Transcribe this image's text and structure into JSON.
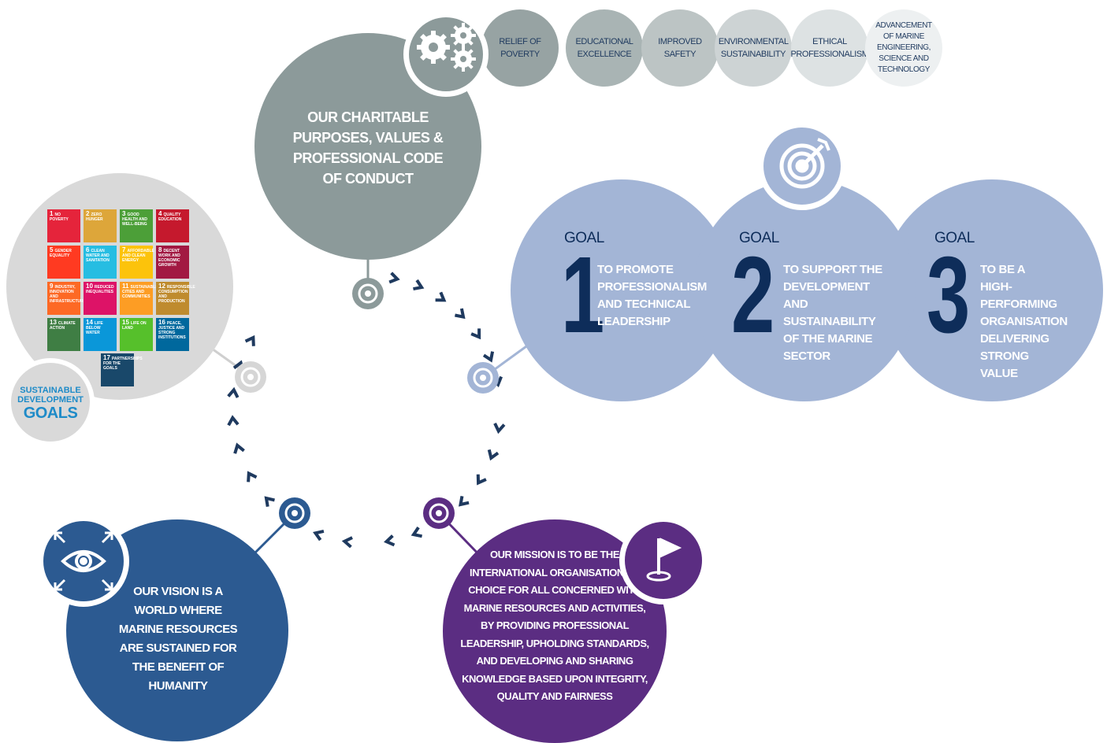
{
  "purposes": {
    "title": "OUR CHARITABLE PURPOSES, VALUES & PROFESSIONAL CODE OF CONDUCT",
    "icon": "gears-icon",
    "items": [
      {
        "label": "RELIEF OF POVERTY",
        "color": "#97a3a3"
      },
      {
        "label": "EDUCATIONAL EXCELLENCE",
        "color": "#a9b4b4"
      },
      {
        "label": "IMPROVED SAFETY",
        "color": "#bcc4c4"
      },
      {
        "label": "ENVIRONMENTAL SUSTAINABILITY",
        "color": "#cdd3d4"
      },
      {
        "label": "ETHICAL PROFESSIONALISM",
        "color": "#dde2e3"
      },
      {
        "label": "ADVANCEMENT OF MARINE ENGINEERING, SCIENCE AND TECHNOLOGY",
        "color": "#edf0f1"
      }
    ]
  },
  "goals": {
    "icon": "target-icon",
    "items": [
      {
        "word": "GOAL",
        "number": "1",
        "text": "TO PROMOTE PROFESSIONALISM AND TECHNICAL LEADERSHIP"
      },
      {
        "word": "GOAL",
        "number": "2",
        "text": "TO SUPPORT THE DEVELOPMENT AND SUSTAINABILITY OF THE MARINE SECTOR"
      },
      {
        "word": "GOAL",
        "number": "3",
        "text": "TO BE A HIGH-PERFORMING ORGANISATION DELIVERING STRONG VALUE"
      }
    ]
  },
  "sdg": {
    "logo_line1": "SUSTAINABLE",
    "logo_line2": "DEVELOPMENT",
    "logo_line3": "GOALS",
    "tiles": [
      {
        "num": "1",
        "label": "NO POVERTY",
        "color": "#e5243b"
      },
      {
        "num": "2",
        "label": "ZERO HUNGER",
        "color": "#dda63a"
      },
      {
        "num": "3",
        "label": "GOOD HEALTH AND WELL-BEING",
        "color": "#4c9f38"
      },
      {
        "num": "4",
        "label": "QUALITY EDUCATION",
        "color": "#c5192d"
      },
      {
        "num": "5",
        "label": "GENDER EQUALITY",
        "color": "#ff3a21"
      },
      {
        "num": "6",
        "label": "CLEAN WATER AND SANITATION",
        "color": "#26bde2"
      },
      {
        "num": "7",
        "label": "AFFORDABLE AND CLEAN ENERGY",
        "color": "#fcc30b"
      },
      {
        "num": "8",
        "label": "DECENT WORK AND ECONOMIC GROWTH",
        "color": "#a21942"
      },
      {
        "num": "9",
        "label": "INDUSTRY, INNOVATION AND INFRASTRUCTURE",
        "color": "#fd6925"
      },
      {
        "num": "10",
        "label": "REDUCED INEQUALITIES",
        "color": "#dd1367"
      },
      {
        "num": "11",
        "label": "SUSTAINABLE CITIES AND COMMUNITIES",
        "color": "#fd9d24"
      },
      {
        "num": "12",
        "label": "RESPONSIBLE CONSUMPTION AND PRODUCTION",
        "color": "#bf8b2e"
      },
      {
        "num": "13",
        "label": "CLIMATE ACTION",
        "color": "#3f7e44"
      },
      {
        "num": "14",
        "label": "LIFE BELOW WATER",
        "color": "#0a97d9"
      },
      {
        "num": "15",
        "label": "LIFE ON LAND",
        "color": "#56c02b"
      },
      {
        "num": "16",
        "label": "PEACE, JUSTICE AND STRONG INSTITUTIONS",
        "color": "#00689d"
      },
      {
        "num": "17",
        "label": "PARTNERSHIPS FOR THE GOALS",
        "color": "#19486a"
      }
    ]
  },
  "vision": {
    "text": "OUR VISION IS A WORLD WHERE MARINE RESOURCES ARE SUSTAINED FOR THE BENEFIT OF HUMANITY",
    "icon": "eye-icon"
  },
  "mission": {
    "text": "OUR MISSION IS TO BE THE INTERNATIONAL ORGANISATION OF CHOICE FOR ALL CONCERNED WITH MARINE RESOURCES AND ACTIVITIES, BY PROVIDING PROFESSIONAL LEADERSHIP, UPHOLDING STANDARDS, AND DEVELOPING AND SHARING KNOWLEDGE BASED UPON INTEGRITY, QUALITY AND FAIRNESS",
    "icon": "flag-icon"
  },
  "colors": {
    "grey": "#8c9a9a",
    "blue_light": "#a3b5d6",
    "blue_dark": "#2c5a91",
    "purple": "#5b2d82",
    "navy": "#0e2d5a",
    "sdg_bg": "#d9d9d9"
  }
}
